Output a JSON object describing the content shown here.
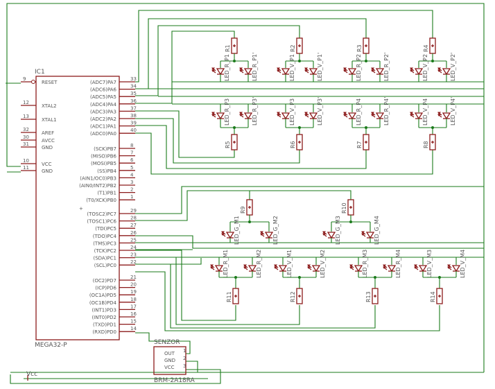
{
  "ic1": {
    "name": "IC1",
    "part": "MEGA32-P",
    "left_pins": [
      {
        "num": "9",
        "label": "RESET"
      },
      {
        "num": "12",
        "label": "XTAL2"
      },
      {
        "num": "13",
        "label": "XTAL1"
      },
      {
        "num": "32",
        "label": "AREF"
      },
      {
        "num": "30",
        "label": "AVCC"
      },
      {
        "num": "31",
        "label": "GND"
      },
      {
        "num": "10",
        "label": "VCC"
      },
      {
        "num": "11",
        "label": "GND"
      }
    ],
    "right_pins": [
      {
        "num": "33",
        "label": "(ADC7)PA7"
      },
      {
        "num": "34",
        "label": "(ADC6)PA6"
      },
      {
        "num": "35",
        "label": "(ADC5)PA5"
      },
      {
        "num": "36",
        "label": "(ADC4)PA4"
      },
      {
        "num": "37",
        "label": "(ADC3)PA3"
      },
      {
        "num": "38",
        "label": "(ADC2)PA2"
      },
      {
        "num": "39",
        "label": "(ADC1)PA1"
      },
      {
        "num": "40",
        "label": "(ADC0)PA0"
      },
      {
        "num": "8",
        "label": "(SCK)PB7"
      },
      {
        "num": "7",
        "label": "(MISO)PB6"
      },
      {
        "num": "6",
        "label": "(MOSI)PB5"
      },
      {
        "num": "5",
        "label": "(SS)PB4"
      },
      {
        "num": "4",
        "label": "(AIN1/OC0)PB3"
      },
      {
        "num": "3",
        "label": "(AIN0/INT2)PB2"
      },
      {
        "num": "2",
        "label": "(T1)PB1"
      },
      {
        "num": "1",
        "label": "(T0/XCK)PB0"
      },
      {
        "num": "29",
        "label": "(TOSC2)PC7"
      },
      {
        "num": "28",
        "label": "(TOSC1)PC6"
      },
      {
        "num": "27",
        "label": "(TDI)PC5"
      },
      {
        "num": "26",
        "label": "(TDO)PC4"
      },
      {
        "num": "25",
        "label": "(TMS)PC3"
      },
      {
        "num": "24",
        "label": "(TCK)PC2"
      },
      {
        "num": "23",
        "label": "(SDA)PC1"
      },
      {
        "num": "22",
        "label": "(SCL)PC0"
      },
      {
        "num": "21",
        "label": "(OC2)PD7"
      },
      {
        "num": "20",
        "label": "(ICP)PD6"
      },
      {
        "num": "19",
        "label": "(OC1A)PD5"
      },
      {
        "num": "18",
        "label": "(OC1B)PD4"
      },
      {
        "num": "17",
        "label": "(INT1)PD3"
      },
      {
        "num": "16",
        "label": "(INT0)PD2"
      },
      {
        "num": "15",
        "label": "(TXD)PD1"
      },
      {
        "num": "14",
        "label": "(RXD)PD0"
      }
    ]
  },
  "upper_resistors": [
    "R1",
    "R2",
    "R3",
    "R4"
  ],
  "upper_leds": [
    [
      "LED_R_P1",
      "LED_R_P1'"
    ],
    [
      "LED_V_P1",
      "LED_V_P1'"
    ],
    [
      "LED_R_P2",
      "LED_R_P2'"
    ],
    [
      "LED_V_P2",
      "LED_V_P2'"
    ]
  ],
  "middle_leds": [
    [
      "LED_R_P3",
      "LED_R_P3'"
    ],
    [
      "LED_V_P3",
      "LED_V_P3'"
    ],
    [
      "LED_R_P4",
      "LED_R_P4'"
    ],
    [
      "LED_V_P4",
      "LED_V_P4'"
    ]
  ],
  "middle_resistors": [
    "R5",
    "R6",
    "R7",
    "R8"
  ],
  "green_resistors": [
    "R9",
    "R10"
  ],
  "green_leds": [
    [
      "LED_G_M1",
      "LED_G_M2"
    ],
    [
      "LED_G_M3",
      "LED_G_M4"
    ]
  ],
  "lower_leds": [
    [
      "LED_R_M1",
      "LED_R_M2"
    ],
    [
      "LED_V_M1",
      "LED_V_M2"
    ],
    [
      "LED_R_M3",
      "LED_R_M4"
    ],
    [
      "LED_V_M3",
      "LED_V_M4"
    ]
  ],
  "lower_resistors": [
    "R11",
    "R12",
    "R13",
    "R14"
  ],
  "sensor": {
    "name": "SENZOR",
    "part": "BRM-2A18RA",
    "pins": [
      {
        "num": "1",
        "label": "OUT"
      },
      {
        "num": "2",
        "label": "GND"
      },
      {
        "num": "3",
        "label": "VCC"
      }
    ]
  },
  "vcc_label": "Vcc"
}
